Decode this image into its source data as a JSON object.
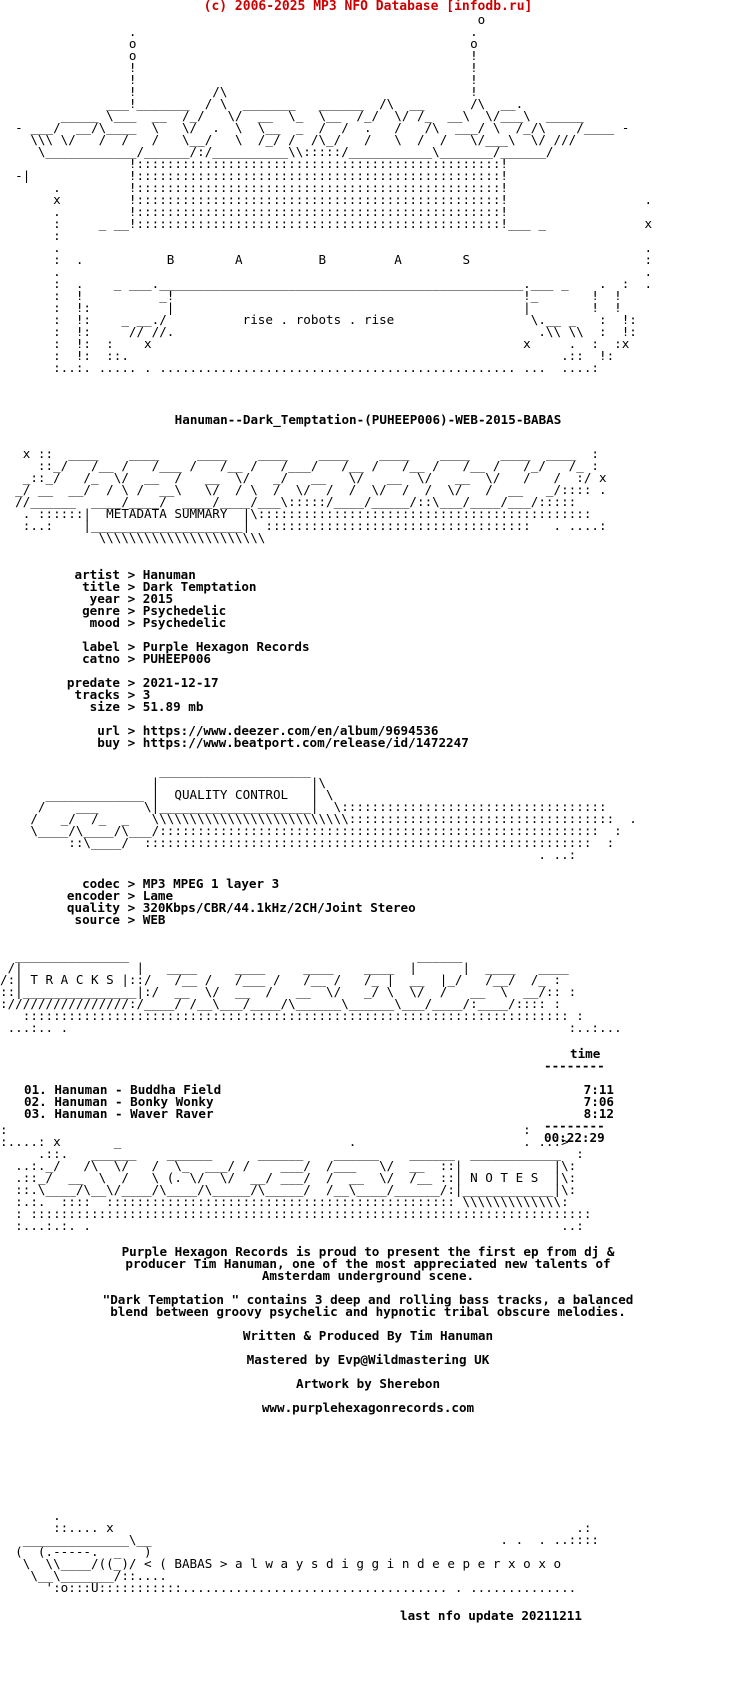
{
  "header": "(c) 2006-2025 MP3 NFO Database [infodb.ru]",
  "release_name": "Hanuman--Dark_Temptation-(PUHEEP006)-WEB-2015-BABAS",
  "ascii_logo": "                                                               o\n                 .                                            .\n                 o                                            o\n                 o                                            !\n                 !                                            !\n                 !                                            !\n                 !          /\\                                !\n              ___!_______  / \\  _______   ______  /\\  __      /\\  __.\n        _____ \\___  __  /_/   \\/  __  \\_  \\__  /_/  \\/ /_  __\\  \\/___\\  _____\n  - ___/  __/\\____  \\   \\/  .  \\  \\__  _  /  /  .   /   /\\  ___/ \\  /_/\\    /____ -\n    \\\\\\ \\/   /  /   /   \\__/   \\  /_/ /  /\\_/   /   \\  /  /   \\/___\\  \\/ ///\n     \\____________/______/:/__________\\\\:::::/___________\\_______/______/\n                 !::::::::::::::::::::::::::::::::::::::::::::::::!\n  -|             !::::::::::::::::::::::::::::::::::::::::::::::::!\n       .         !::::::::::::::::::::::::::::::::::::::::::::::::!\n       x         !::::::::::::::::::::::::::::::::::::::::::::::::!                  .\n       .         !::::::::::::::::::::::::::::::::::::::::::::::::!\n       :     _ __!::::::::::::::::::::::::::::::::::::::::::::::::!___ _             x\n       :\n       .                                                                             .\n       :  .           B        A          B         A        S                       :\n       .                                                                             .\n       :  .    _ ___.________________________________________________.___ _    .  :  .\n       :  !          _!                                              !_       !  !\n       :  !:          |                                              |        !  !\n       :  !:    _ __./          rise . robots . rise                  \\.__ _   :  !:\n       :  !:     // //.                                                .\\\\ \\\\  :  !:\n       :  !:  :    x                                                 x     .  :  :x\n       :  !:  ::.                                                         .::  !:\n       :..:. ..... . ............................................... ...  ....:",
  "metadata_banner": "   x ::  ____    ____     ____    ____    ____    ____    ____    ____  ____  :\n     ::_/   /__ /   /___ /   /__ /   /___/   /__ /   /__ /   /__ /   /_/   /_ :\n   _::_/   /_  \\/  __  /   __  \\/   _/   __   \\/   __  \\/   __  \\/   /   /  :/ x\n  _/ __  __/  / \\ /  __\\   \\/  / \\  /  \\/  /  /  \\/  /  /  \\/   /  __   _/:::: .\n  //______  ____/____/  ____/____/___\\:::::/____/_____/::\\___/____/___/:::::\n   . ::::::|  METADATA SUMMARY  |\\::::::::::::::::::::::::::::::::::::::::::::\n   :..:    |____________________|  :::::::::::::::::::::::::::::::::::   . ....:\n             \\\\\\\\\\\\\\\\\\\\\\\\\\\\\\\\\\\\\\\\\\\\",
  "metadata": [
    {
      "key": "artist",
      "value": "Hanuman"
    },
    {
      "key": "title",
      "value": "Dark Temptation"
    },
    {
      "key": "year",
      "value": "2015"
    },
    {
      "key": "genre",
      "value": "Psychedelic"
    },
    {
      "key": "mood",
      "value": "Psychedelic"
    },
    {
      "key": "",
      "value": ""
    },
    {
      "key": "label",
      "value": "Purple Hexagon Records"
    },
    {
      "key": "catno",
      "value": "PUHEEP006"
    },
    {
      "key": "",
      "value": ""
    },
    {
      "key": "predate",
      "value": "2021-12-17"
    },
    {
      "key": "tracks",
      "value": "3"
    },
    {
      "key": "size",
      "value": "51.89 mb"
    },
    {
      "key": "",
      "value": ""
    },
    {
      "key": "url",
      "value": "https://www.deezer.com/en/album/9694536"
    },
    {
      "key": "buy",
      "value": "https://www.beatport.com/release/id/1472247"
    }
  ],
  "quality_banner": "                     ____________________\n                    |                    |\\\n      _____________ |  QUALITY CONTROL   | \\\n     /    ___      \\|____________________|  \\:::::::::::::::::::::::::::::::::::\n    /   _/  /_  _   \\\\\\\\\\\\\\\\\\\\\\\\\\\\\\\\\\\\\\\\\\\\\\\\\\\\:::::::::::::::::::::::::::::::::::  .\n    \\____/\\____/\\___/::::::::::::::::::::::::::::::::::::::::::::::::::::::::::  :\n         ::\\____/  :::::::::::::::::::::::::::::::::::::::::::::::::::::::::::  :\n                                                                       . ..:",
  "quality": [
    {
      "key": "codec",
      "value": "MP3 MPEG 1 layer 3"
    },
    {
      "key": "encoder",
      "value": "Lame"
    },
    {
      "key": "quality",
      "value": "320Kbps/CBR/44.1kHz/2CH/Joint Stereo"
    },
    {
      "key": "source",
      "value": "WEB"
    }
  ],
  "tracks_banner": "  _______________                                      ______\n /|               |   ____     ____     ____    ____  |      |  ____   ____\n/:| T R A C K S |::/   /__ /   /___ /   /__ /   /_ |  __  |_/   /__/  /_ :\n::|_______________|:/  __  \\/  __  /   __  \\/   _/ \\  \\/  /   __  \\  __/:: :\n:////////////////:/____/ /__\\___/____/\\______\\______\\___/____/:____/:::: :\n   :::::::::::::::::::::::::::::::::::::::::::::::::::::::::::::::::::::::: :\n ...:.. .                                                                  :..:...",
  "tracks_section": {
    "time_header": "time",
    "divider": "--------",
    "total": "00:22:29",
    "items": [
      {
        "no": "01.",
        "name": "Hanuman - Buddha Field",
        "time": "7:11"
      },
      {
        "no": "02.",
        "name": "Hanuman - Bonky Wonky",
        "time": "7:06"
      },
      {
        "no": "03.",
        "name": "Hanuman - Waver Raver",
        "time": "8:12"
      }
    ]
  },
  "notes_banner": ":                                                                    :\n:....: x       _                              .                      . ..:>\n     .::.   ______    ______      ______    ______    ______  ____________  :\n  ..:._/   /\\  \\/   /  \\_  ___/ /    ___/  /___   \\/  __  ::|            |\\:\n  .::_/  __  \\  /   \\ (. \\/  \\/  __/ ___/  /  __  \\/  /__ ::| N O T E S  |\\:\n  ::.\\____/\\__\\/____/\\____/\\_____/\\_____/  /__\\____/______/:|____________|\\:\n  :.:.  ::::  :::::::::::::::::::::::::::::::::::::::::::::: \\\\\\\\\\\\\\\\\\\\\\\\\\:\n  : ::::::::::::::::::::::::::::::::::::::::::::::::::::::::::::::::::::::::::\n  :...:.:. .                                                              ..:",
  "notes": [
    "Purple Hexagon Records is proud to present the first ep from dj &",
    "producer Tim Hanuman, one of the most appreciated new talents of",
    "Amsterdam underground scene.",
    "",
    "\"Dark Temptation \" contains 3 deep and rolling bass tracks, a balanced",
    "blend between groovy psychelic and hypnotic tribal obscure melodies.",
    "",
    "Written & Produced By Tim Hanuman",
    "",
    "Mastered by Evp@Wildmastering UK",
    "",
    "Artwork by Sherebon",
    "",
    "www.purplehexagonrecords.com"
  ],
  "footer_ascii": "       .\n       ::.... x                                                             .:\n   ______________\\__                                              . .  . ..::::\n  (  (.-----.  _   )                                                         \n   \\  \\\\____/((_)/ < ( BABAS > a l w a y s d i g g i n d e e p e r x o x o\n    \\__\\_______/::....\n      ':o:::U:::::::::::................................... . ..............",
  "footer_tagline": "BABAS > a l w a y s d i g g i n d e e p e r x o x o",
  "last_update": "last nfo update 20211211"
}
